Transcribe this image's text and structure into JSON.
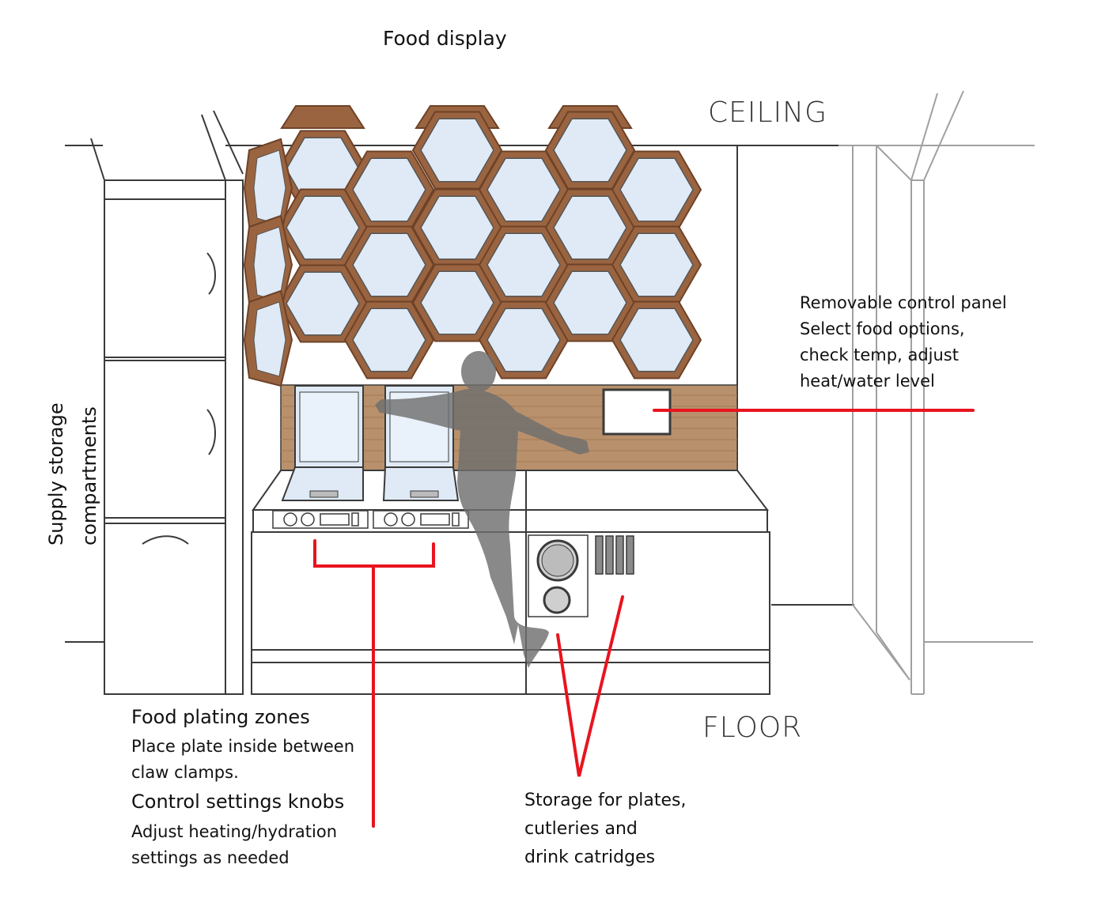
{
  "labels": {
    "food_display": "Food display",
    "ceiling": "CEILING",
    "floor": "FLOOR",
    "supply_storage_line1": "Supply storage",
    "supply_storage_line2": "compartments",
    "control_panel": {
      "line1": "Removable control panel",
      "line2": "Select food options,",
      "line3": "check temp, adjust",
      "line4": "heat/water level"
    },
    "plating": {
      "heading": "Food plating zones",
      "line1": "Place plate inside between",
      "line2": "claw clamps."
    },
    "knobs": {
      "heading": "Control settings knobs",
      "line1": "Adjust heating/hydration",
      "line2": "settings as needed"
    },
    "storage": {
      "line1": "Storage for plates,",
      "line2": "cutleries and",
      "line3": "drink catridges"
    }
  },
  "colors": {
    "annotation": "#e8141e",
    "hex_frame": "#9a6440",
    "hex_frame_dark": "#6e4228",
    "hex_glass": "#dfeaf6",
    "backsplash": "#b8916c",
    "outline": "#3a3a3a",
    "silhouette": "#6f6f6f"
  }
}
